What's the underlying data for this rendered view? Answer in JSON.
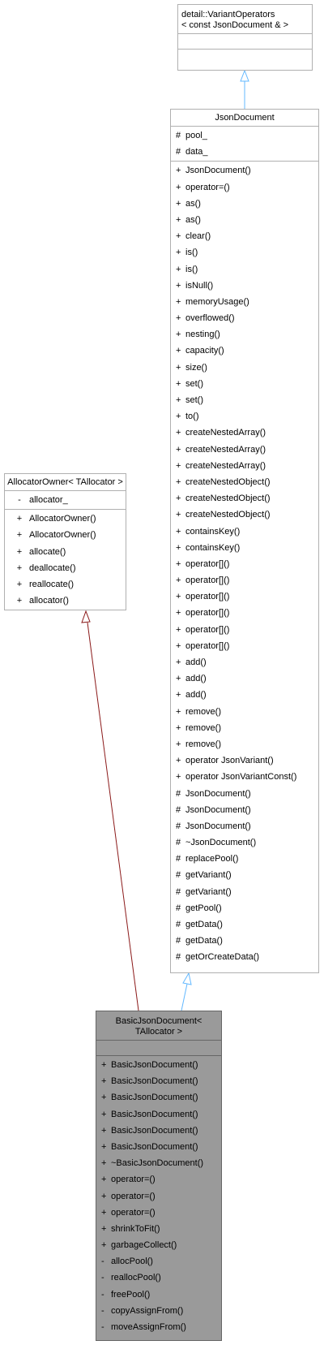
{
  "variant_operators": {
    "title_line1": "detail::VariantOperators",
    "title_line2": "< const JsonDocument & >"
  },
  "json_document": {
    "title": "JsonDocument",
    "attributes": [
      {
        "vis": "#",
        "name": "pool_"
      },
      {
        "vis": "#",
        "name": "data_"
      }
    ],
    "methods": [
      {
        "vis": "+",
        "name": "JsonDocument()"
      },
      {
        "vis": "+",
        "name": "operator=()"
      },
      {
        "vis": "+",
        "name": "as()"
      },
      {
        "vis": "+",
        "name": "as()"
      },
      {
        "vis": "+",
        "name": "clear()"
      },
      {
        "vis": "+",
        "name": "is()"
      },
      {
        "vis": "+",
        "name": "is()"
      },
      {
        "vis": "+",
        "name": "isNull()"
      },
      {
        "vis": "+",
        "name": "memoryUsage()"
      },
      {
        "vis": "+",
        "name": "overflowed()"
      },
      {
        "vis": "+",
        "name": "nesting()"
      },
      {
        "vis": "+",
        "name": "capacity()"
      },
      {
        "vis": "+",
        "name": "size()"
      },
      {
        "vis": "+",
        "name": "set()"
      },
      {
        "vis": "+",
        "name": "set()"
      },
      {
        "vis": "+",
        "name": "to()"
      },
      {
        "vis": "+",
        "name": "createNestedArray()"
      },
      {
        "vis": "+",
        "name": "createNestedArray()"
      },
      {
        "vis": "+",
        "name": "createNestedArray()"
      },
      {
        "vis": "+",
        "name": "createNestedObject()"
      },
      {
        "vis": "+",
        "name": "createNestedObject()"
      },
      {
        "vis": "+",
        "name": "createNestedObject()"
      },
      {
        "vis": "+",
        "name": "containsKey()"
      },
      {
        "vis": "+",
        "name": "containsKey()"
      },
      {
        "vis": "+",
        "name": "operator[]()"
      },
      {
        "vis": "+",
        "name": "operator[]()"
      },
      {
        "vis": "+",
        "name": "operator[]()"
      },
      {
        "vis": "+",
        "name": "operator[]()"
      },
      {
        "vis": "+",
        "name": "operator[]()"
      },
      {
        "vis": "+",
        "name": "operator[]()"
      },
      {
        "vis": "+",
        "name": "add()"
      },
      {
        "vis": "+",
        "name": "add()"
      },
      {
        "vis": "+",
        "name": "add()"
      },
      {
        "vis": "+",
        "name": "remove()"
      },
      {
        "vis": "+",
        "name": "remove()"
      },
      {
        "vis": "+",
        "name": "remove()"
      },
      {
        "vis": "+",
        "name": "operator JsonVariant()"
      },
      {
        "vis": "+",
        "name": "operator JsonVariantConst()"
      },
      {
        "vis": "#",
        "name": "JsonDocument()"
      },
      {
        "vis": "#",
        "name": "JsonDocument()"
      },
      {
        "vis": "#",
        "name": "JsonDocument()"
      },
      {
        "vis": "#",
        "name": "~JsonDocument()"
      },
      {
        "vis": "#",
        "name": "replacePool()"
      },
      {
        "vis": "#",
        "name": "getVariant()"
      },
      {
        "vis": "#",
        "name": "getVariant()"
      },
      {
        "vis": "#",
        "name": "getPool()"
      },
      {
        "vis": "#",
        "name": "getData()"
      },
      {
        "vis": "#",
        "name": "getData()"
      },
      {
        "vis": "#",
        "name": "getOrCreateData()"
      }
    ]
  },
  "allocator_owner": {
    "title": "AllocatorOwner< TAllocator >",
    "attributes": [
      {
        "vis": "-",
        "name": "allocator_"
      }
    ],
    "methods": [
      {
        "vis": "+",
        "name": "AllocatorOwner()"
      },
      {
        "vis": "+",
        "name": "AllocatorOwner()"
      },
      {
        "vis": "+",
        "name": "allocate()"
      },
      {
        "vis": "+",
        "name": "deallocate()"
      },
      {
        "vis": "+",
        "name": "reallocate()"
      },
      {
        "vis": "+",
        "name": "allocator()"
      }
    ]
  },
  "basic_json_document": {
    "title_line1": "BasicJsonDocument<",
    "title_line2": "TAllocator >",
    "methods": [
      {
        "vis": "+",
        "name": "BasicJsonDocument()"
      },
      {
        "vis": "+",
        "name": "BasicJsonDocument()"
      },
      {
        "vis": "+",
        "name": "BasicJsonDocument()"
      },
      {
        "vis": "+",
        "name": "BasicJsonDocument()"
      },
      {
        "vis": "+",
        "name": "BasicJsonDocument()"
      },
      {
        "vis": "+",
        "name": "BasicJsonDocument()"
      },
      {
        "vis": "+",
        "name": "~BasicJsonDocument()"
      },
      {
        "vis": "+",
        "name": "operator=()"
      },
      {
        "vis": "+",
        "name": "operator=()"
      },
      {
        "vis": "+",
        "name": "operator=()"
      },
      {
        "vis": "+",
        "name": "shrinkToFit()"
      },
      {
        "vis": "+",
        "name": "garbageCollect()"
      },
      {
        "vis": "-",
        "name": "allocPool()"
      },
      {
        "vis": "-",
        "name": "reallocPool()"
      },
      {
        "vis": "-",
        "name": "freePool()"
      },
      {
        "vis": "-",
        "name": "copyAssignFrom()"
      },
      {
        "vis": "-",
        "name": "moveAssignFrom()"
      }
    ]
  },
  "colors": {
    "public_inheritance": "#63b8ff",
    "protected_inheritance": "#8b1a1a",
    "box_border": "#b0b0b0",
    "focus_fill": "#9a9a9a"
  }
}
